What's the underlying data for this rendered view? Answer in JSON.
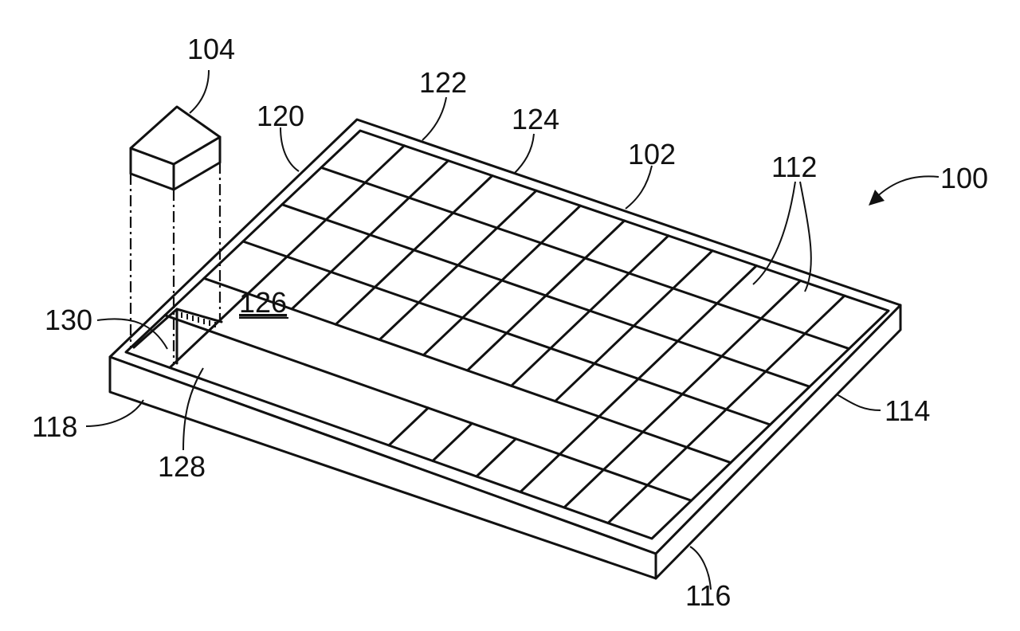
{
  "labels": {
    "label_100": "100",
    "label_102": "102",
    "label_104": "104",
    "label_112": "112",
    "label_114": "114",
    "label_116": "116",
    "label_118": "118",
    "label_120": "120",
    "label_122": "122",
    "label_124": "124",
    "label_126": "126",
    "label_128": "128",
    "label_130": "130"
  }
}
